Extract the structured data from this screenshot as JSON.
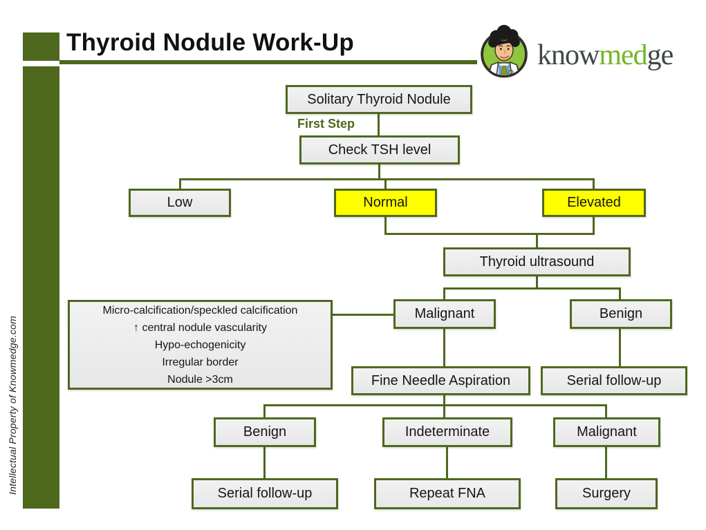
{
  "title": "Thyroid Nodule Work-Up",
  "watermark": "Intellectual Property of Knowmedge.com",
  "logo": {
    "know": "know",
    "med": "med",
    "ge": "ge"
  },
  "colors": {
    "olive": "#4e681e",
    "box_fill": "#ececec",
    "highlight_yellow": "#ffff00",
    "logo_green": "#72b629",
    "logo_dark": "#404749",
    "avatar_circle_green": "#8dc63f"
  },
  "flow": {
    "first_step_label": "First Step",
    "nodes": {
      "solitary": {
        "label": "Solitary Thyroid Nodule"
      },
      "check_tsh": {
        "label": "Check TSH level"
      },
      "low": {
        "label": "Low"
      },
      "normal": {
        "label": "Normal"
      },
      "elevated": {
        "label": "Elevated"
      },
      "ultrasound": {
        "label": "Thyroid ultrasound"
      },
      "malignant_us": {
        "label": "Malignant"
      },
      "benign_us": {
        "label": "Benign"
      },
      "criteria": {
        "lines": [
          "Micro-calcification/speckled calcification",
          "↑ central nodule vascularity",
          "Hypo-echogenicity",
          "Irregular border",
          "Nodule >3cm"
        ]
      },
      "fna": {
        "label": "Fine Needle Aspiration"
      },
      "serial_followup_us": {
        "label": "Serial follow-up"
      },
      "benign_fna": {
        "label": "Benign"
      },
      "indeterminate_fna": {
        "label": "Indeterminate"
      },
      "malignant_fna": {
        "label": "Malignant"
      },
      "serial_followup_fna": {
        "label": "Serial follow-up"
      },
      "repeat_fna": {
        "label": "Repeat FNA"
      },
      "surgery": {
        "label": "Surgery"
      }
    },
    "edges": [
      [
        "solitary",
        "check_tsh"
      ],
      [
        "check_tsh",
        "low"
      ],
      [
        "check_tsh",
        "normal"
      ],
      [
        "check_tsh",
        "elevated"
      ],
      [
        "normal",
        "ultrasound"
      ],
      [
        "elevated",
        "ultrasound"
      ],
      [
        "ultrasound",
        "malignant_us"
      ],
      [
        "ultrasound",
        "benign_us"
      ],
      [
        "criteria",
        "malignant_us"
      ],
      [
        "malignant_us",
        "fna"
      ],
      [
        "benign_us",
        "serial_followup_us"
      ],
      [
        "fna",
        "benign_fna"
      ],
      [
        "fna",
        "indeterminate_fna"
      ],
      [
        "fna",
        "malignant_fna"
      ],
      [
        "benign_fna",
        "serial_followup_fna"
      ],
      [
        "indeterminate_fna",
        "repeat_fna"
      ],
      [
        "malignant_fna",
        "surgery"
      ]
    ]
  }
}
